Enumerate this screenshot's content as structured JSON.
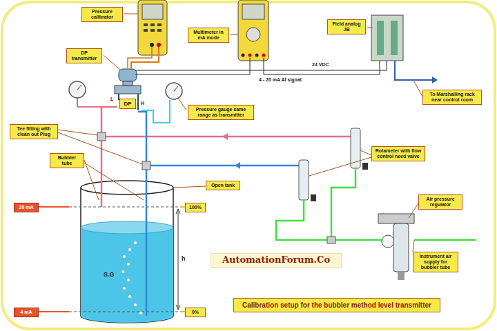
{
  "diagram": {
    "caption": "Calibration setup for the bubbler method level transmitter",
    "nodes": [
      {
        "text": [
          "Pressure calibrator"
        ]
      },
      {
        "text": [
          "Field analog JB"
        ]
      },
      {
        "text": [
          "Multimeter in mA mode"
        ]
      },
      {
        "text": [
          "DP transmitter"
        ]
      },
      {
        "text": [
          "DP"
        ]
      },
      {
        "text": [
          "To Marshalling rack near control room"
        ]
      },
      {
        "text": [
          "Pressure gauge same range as transmitter"
        ]
      },
      {
        "text": [
          "Tee fitting with clean out Plug"
        ]
      },
      {
        "text": [
          "Rotameter with flow control need valve"
        ]
      },
      {
        "text": [
          "Bubbler tube"
        ]
      },
      {
        "text": [
          "Open tank"
        ]
      },
      {
        "text": [
          "Air pressure regulator"
        ]
      },
      {
        "text": [
          "Instrument air supply for bubbler tube"
        ]
      },
      {
        "text": [
          "20 mA"
        ]
      },
      {
        "text": [
          "100%"
        ]
      },
      {
        "text": [
          "4 mA"
        ]
      },
      {
        "text": [
          "0%"
        ]
      },
      {
        "text": [
          "AutomationForum.Co"
        ]
      }
    ],
    "labels": [
      "L",
      "H",
      "24 VDC",
      "4 - 20 mA AI signal",
      "h",
      "S.G"
    ]
  }
}
